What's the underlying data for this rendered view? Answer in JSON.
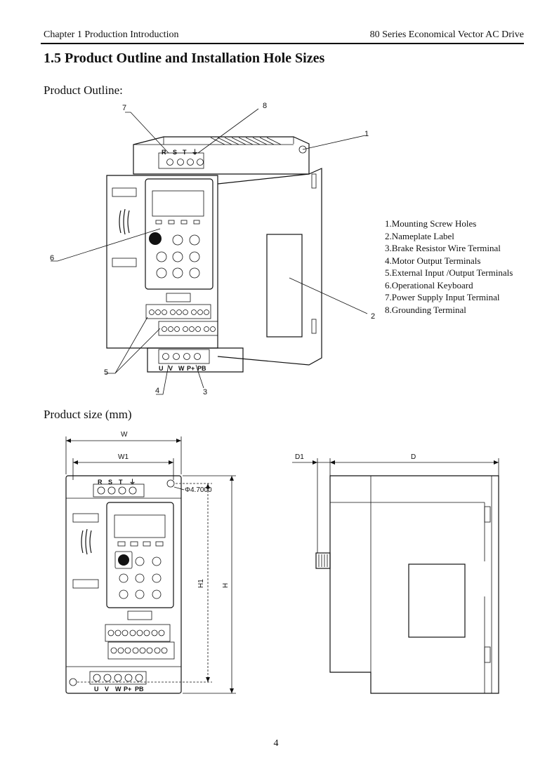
{
  "header": {
    "left": "Chapter 1 Production Introduction",
    "right": "80 Series Economical Vector AC Drive"
  },
  "section_title": "1.5 Product Outline and Installation Hole Sizes",
  "outline": {
    "subtitle": "Product Outline:",
    "callouts": [
      "1",
      "2",
      "3",
      "4",
      "5",
      "6",
      "7",
      "8"
    ],
    "top_terminals": [
      "R",
      "S",
      "T",
      "⏚"
    ],
    "bottom_terminals": [
      "U",
      "V",
      "W",
      "P+",
      "PB"
    ],
    "legend": [
      "1.Mounting Screw Holes",
      "2.Nameplate Label",
      "3.Brake Resistor Wire Terminal",
      "4.Motor Output Terminals",
      "5.External Input /Output Terminals",
      "6.Operational Keyboard",
      "7.Power Supply Input Terminal",
      "8.Grounding Terminal"
    ]
  },
  "size": {
    "subtitle": "Product size (mm)",
    "dims": {
      "W": "W",
      "W1": "W1",
      "H": "H",
      "H1": "H1",
      "D": "D",
      "D1": "D1",
      "hole": "Φ4.7000"
    },
    "top_terminals": [
      "R",
      "S",
      "T",
      "⏚"
    ],
    "bottom_terminals": [
      "U",
      "V",
      "W",
      "P+",
      "PB"
    ]
  },
  "page_number": "4"
}
